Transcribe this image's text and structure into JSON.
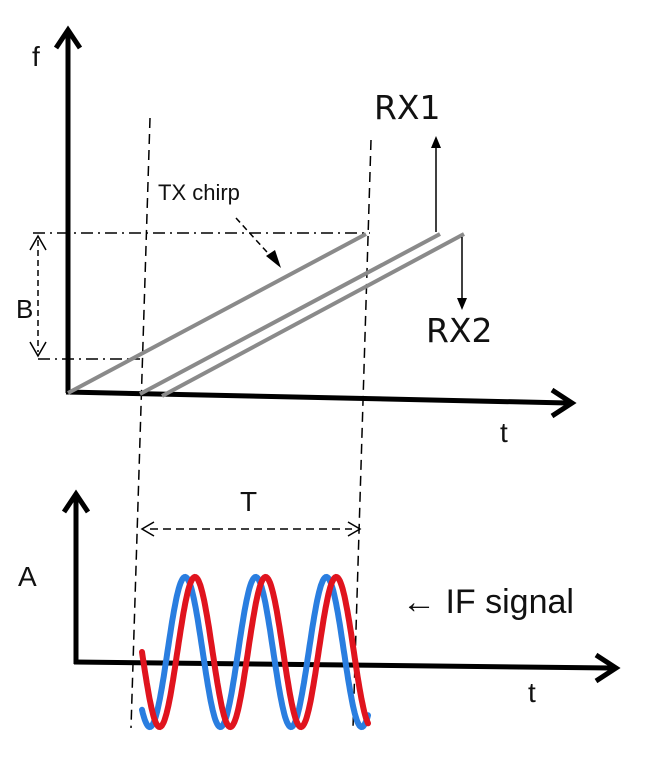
{
  "top_plot": {
    "y_axis_label": "f",
    "x_axis_label": "t",
    "bandwidth_label": "B",
    "tx_label": "TX chirp",
    "rx1_label": "RX1",
    "rx2_label": "RX2"
  },
  "bottom_plot": {
    "y_axis_label": "A",
    "x_axis_label": "t",
    "period_label": "T",
    "if_label": "← IF signal"
  },
  "colors": {
    "axis": "#000000",
    "chirp": "#8a8a8a",
    "guide": "#000000",
    "if_red": "#e0141e",
    "if_blue": "#2a7ee0"
  },
  "if_signal": {
    "cycles": 3.2,
    "phase_offset_fraction": 0.07
  }
}
